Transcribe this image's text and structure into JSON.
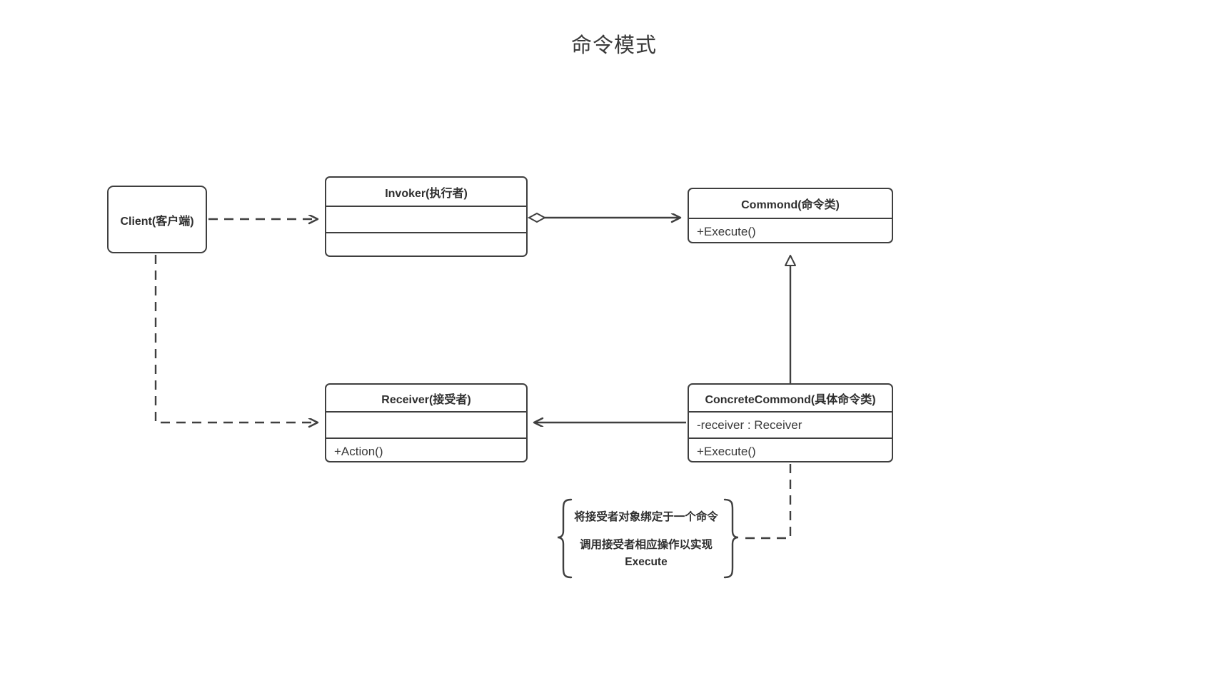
{
  "diagram": {
    "title": "命令模式",
    "type": "uml-class-diagram",
    "stroke_color": "#3f3f3f",
    "text_color": "#333333",
    "background": "#ffffff"
  },
  "classes": {
    "client": {
      "name": "Client(客户端)",
      "shape": "rounded-box",
      "compartments": []
    },
    "invoker": {
      "name": "Invoker(执行者)",
      "compartments": [
        "",
        ""
      ]
    },
    "commond": {
      "name": "Commond(命令类)",
      "compartments": [
        "+Execute()"
      ]
    },
    "receiver": {
      "name": "Receiver(接受者)",
      "compartments": [
        "",
        "+Action()"
      ]
    },
    "concrete_commond": {
      "name": "ConcreteCommond(具体命令类)",
      "compartments": [
        "-receiver : Receiver",
        "+Execute()"
      ]
    }
  },
  "note": {
    "lines": [
      "将接受者对象绑定于一个命令",
      "调用接受者相应操作以实现\nExecute"
    ],
    "line_1": "将接受者对象绑定于一个命令",
    "line_2": "调用接受者相应操作以实现",
    "line_3": "Execute",
    "bracket": "curly-brace"
  },
  "relations": [
    {
      "name": "client-to-invoker",
      "from": "Client(客户端)",
      "to": "Invoker(执行者)",
      "style": "dashed",
      "arrow": "open-arrow"
    },
    {
      "name": "client-to-receiver",
      "from": "Client(客户端)",
      "to": "Receiver(接受者)",
      "style": "dashed",
      "arrow": "open-arrow"
    },
    {
      "name": "invoker-to-commond",
      "from": "Invoker(执行者)",
      "to": "Commond(命令类)",
      "style": "solid",
      "arrow": "open-arrow",
      "source_decoration": "hollow-diamond-aggregation"
    },
    {
      "name": "concrete-to-commond",
      "from": "ConcreteCommond(具体命令类)",
      "to": "Commond(命令类)",
      "style": "solid",
      "arrow": "hollow-triangle-generalization"
    },
    {
      "name": "concrete-to-receiver",
      "from": "ConcreteCommond(具体命令类)",
      "to": "Receiver(接受者)",
      "style": "solid",
      "arrow": "open-arrow"
    },
    {
      "name": "concrete-to-note",
      "from": "ConcreteCommond(具体命令类)",
      "to": "note",
      "style": "dashed",
      "arrow": "none"
    }
  ]
}
